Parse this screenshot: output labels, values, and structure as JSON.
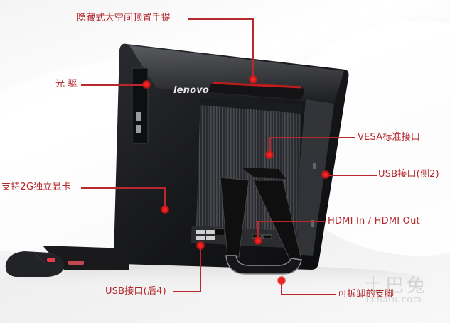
{
  "product": {
    "brand_logo": "lenovo",
    "subject": "all-in-one desktop computer, rear view"
  },
  "colors": {
    "callout": "#b8282e",
    "callout_dot": "#e01616",
    "label_text": "#b3262c",
    "device_body": "#1c1d20"
  },
  "callouts": [
    {
      "id": "handle",
      "label": "隐藏式大空间顶置手提"
    },
    {
      "id": "optical-drive",
      "label": "光 驱"
    },
    {
      "id": "graphics",
      "label": "支持2G独立显卡"
    },
    {
      "id": "vesa",
      "label": "VESA标准接口"
    },
    {
      "id": "usb-side",
      "label": "USB接口(侧2)"
    },
    {
      "id": "hdmi",
      "label": "HDMI In / HDMI Out"
    },
    {
      "id": "usb-rear",
      "label": "USB接口(后4)"
    },
    {
      "id": "stand",
      "label": "可拆卸的支脚"
    }
  ],
  "watermark": {
    "cn": "土巴兔",
    "en": "Tubatu.com"
  }
}
